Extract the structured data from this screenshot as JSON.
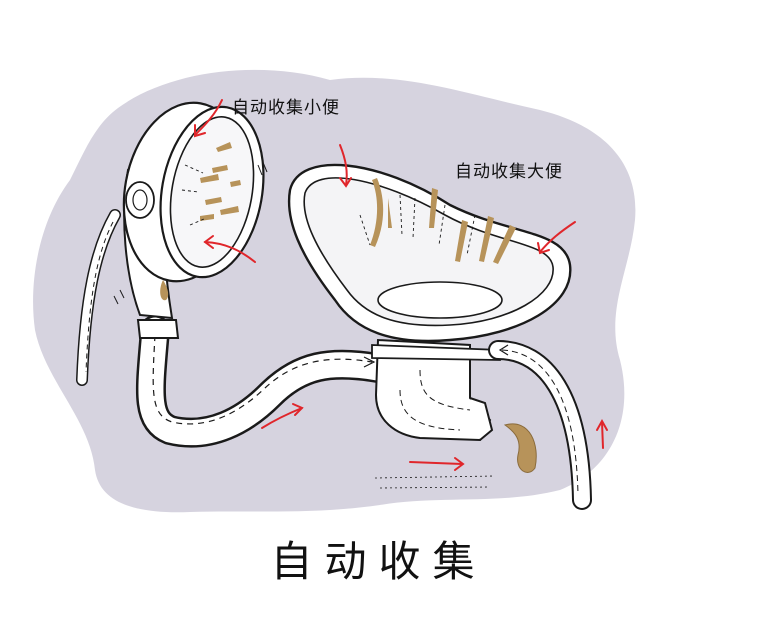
{
  "labels": {
    "urine": "自动收集小便",
    "feces": "自动收集大便"
  },
  "caption": "自动收集",
  "colors": {
    "background_blob": "#d6d3df",
    "outline": "#1a1a1a",
    "device_fill": "#ffffff",
    "waste": "#b7935a",
    "arrow_red": "#e0262b"
  },
  "icons": [
    "urine-collector",
    "bedpan",
    "drain-hose",
    "red-flow-arrow",
    "waste-drop"
  ]
}
